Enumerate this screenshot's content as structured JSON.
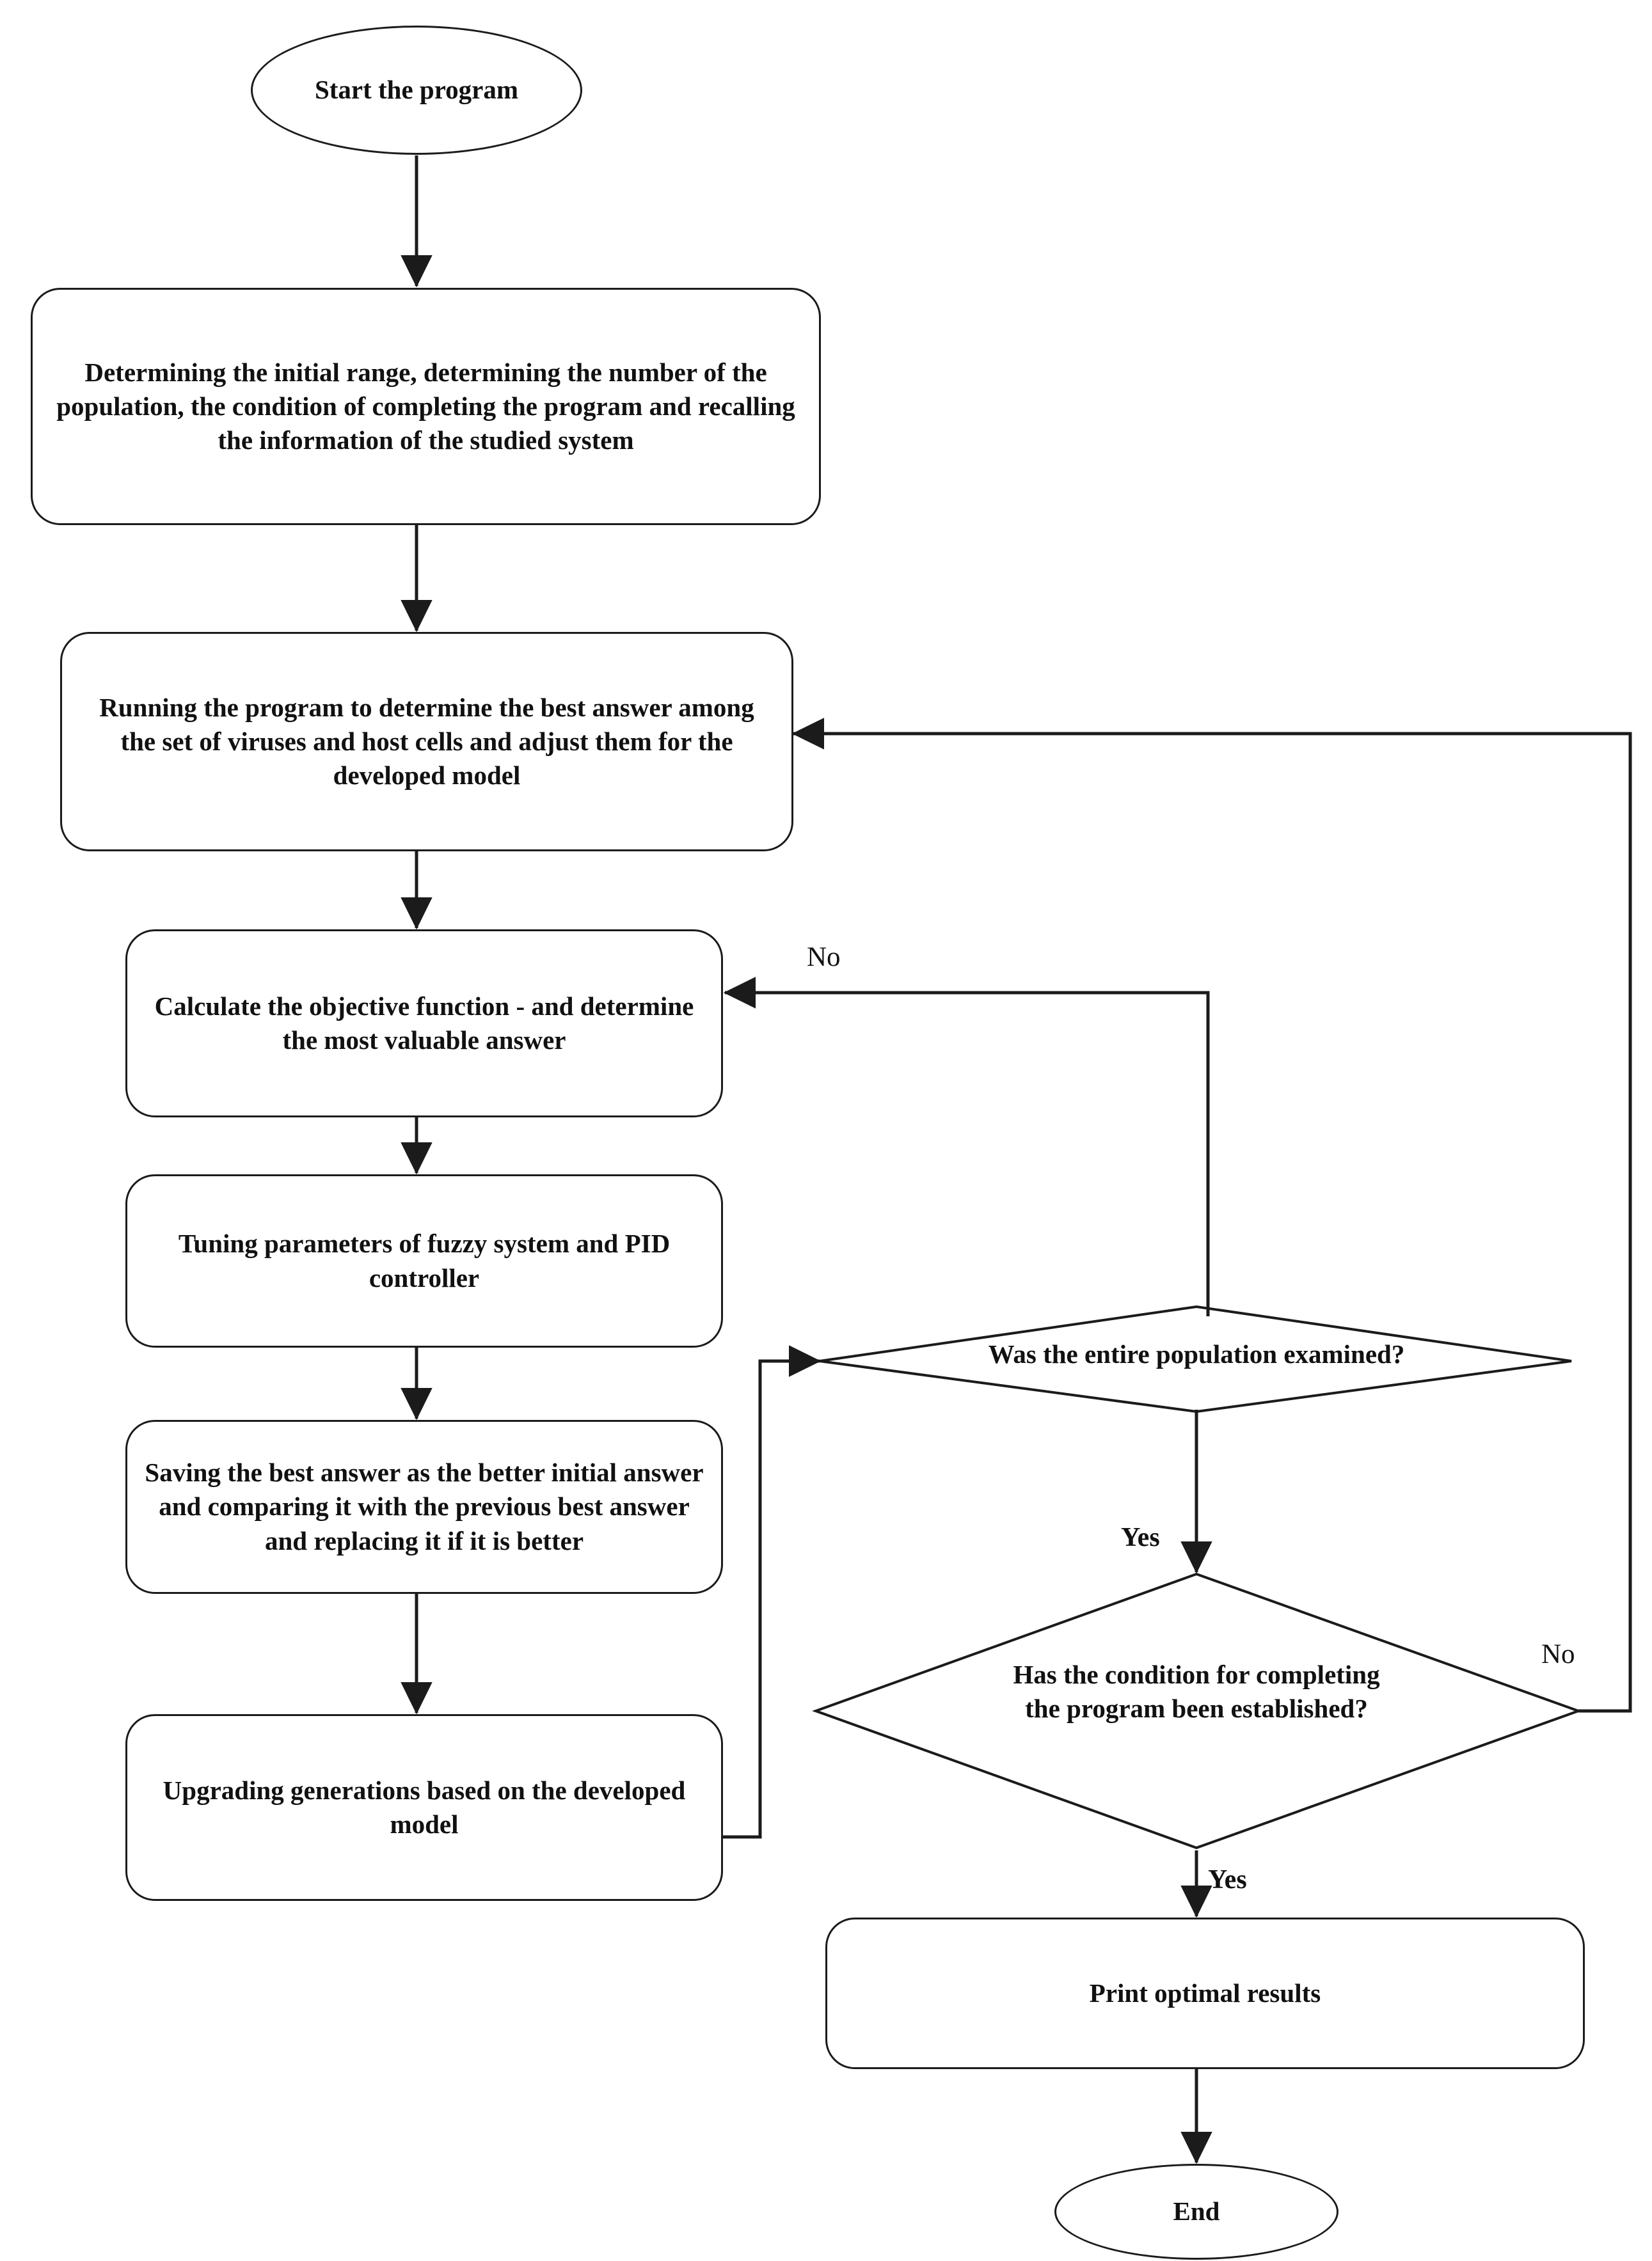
{
  "diagram": {
    "title": "Optimization algorithm flowchart",
    "type": "flowchart",
    "colors": {
      "stroke": "#1b1b1b",
      "fill": "#ffffff",
      "text": "#111111"
    }
  },
  "nodes": {
    "start": {
      "label": "Start the program",
      "shape": "terminator"
    },
    "init": {
      "label": "Determining the initial range, determining the number of the population, the condition of completing the program and recalling the information of the studied system",
      "shape": "process"
    },
    "run": {
      "label": "Running the program to determine the best answer among the set of viruses and host cells and adjust them for the developed model",
      "shape": "process"
    },
    "calc": {
      "label": "Calculate the objective function - and determine the most valuable answer",
      "shape": "process"
    },
    "tune": {
      "label": "Tuning parameters of fuzzy system and PID controller",
      "shape": "process"
    },
    "save": {
      "label": "Saving the best answer as the better initial answer and comparing it with the previous best answer and replacing it if it is better",
      "shape": "process"
    },
    "upgrade": {
      "label": "Upgrading generations based on the developed model",
      "shape": "process"
    },
    "decision_population": {
      "label": "Was the entire population examined?",
      "shape": "decision"
    },
    "decision_condition_line1": "Has the condition for completing",
    "decision_condition_line2": "the program been established?",
    "print": {
      "label": "Print optimal results",
      "shape": "process"
    },
    "end": {
      "label": "End",
      "shape": "terminator"
    }
  },
  "edge_labels": {
    "no_population": "No",
    "yes_population": "Yes",
    "no_condition": "No",
    "yes_condition": "Yes"
  }
}
